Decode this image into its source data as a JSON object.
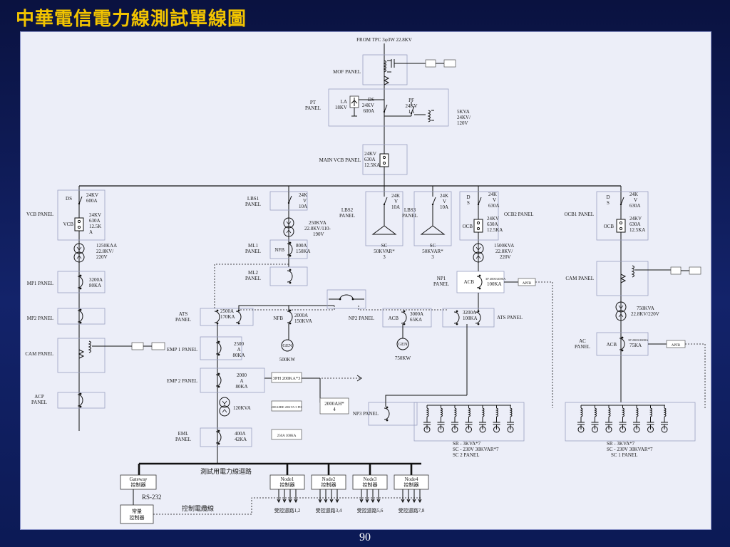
{
  "title": "中華電信電力線測試單線圖",
  "page_number": "90",
  "colors": {
    "title": "#f2c400",
    "background": "#13236a",
    "frame": "#eceef8"
  },
  "top": {
    "from_tpc": "FROM TPC 3φ3W  22.8KV",
    "mof_panel": "MOF PANEL",
    "pt_panel": [
      "PT",
      "PANEL"
    ],
    "la": [
      "LA",
      "18KV"
    ],
    "ds": [
      "DS",
      "24KV",
      "600A"
    ],
    "pf": [
      "PF",
      "24KV",
      "1A"
    ],
    "pt_rating": [
      "5KVA",
      "24KV/",
      "120V"
    ],
    "main_vcb_panel": "MAIN VCB PANEL",
    "main_vcb": [
      "24KV",
      "630A",
      "12.5KA"
    ]
  },
  "left": {
    "vcb_panel": "VCB PANEL",
    "ds_label": "DS",
    "ds_rating": [
      "24KV",
      "600A"
    ],
    "vcb_label": "VCB",
    "vcb_rating": [
      "24KV",
      "630A",
      "12.5K",
      "A"
    ],
    "tr_rating": [
      "1250KAA",
      "22.8KV/",
      "220V"
    ],
    "mp1_panel": "MP1 PANEL",
    "mp1_rating": [
      "3200A",
      "80KA"
    ],
    "mp2_panel": "MP2 PANEL",
    "cam_panel": "CAM PANEL",
    "acp_panel": [
      "ACP",
      "PANEL"
    ]
  },
  "center_left": {
    "lbs1_panel": [
      "LBS1",
      "PANEL"
    ],
    "lbs1_rating": [
      "24K",
      "V",
      "10A"
    ],
    "tr_rating": [
      "250KVA",
      "22.8KV/110-",
      "190V"
    ],
    "ml1_panel": [
      "ML1",
      "PANEL"
    ],
    "nfb_label": "NFB",
    "nfb_rating": [
      "800A",
      "150KA"
    ],
    "ml2_panel": [
      "ML2",
      "PANEL"
    ],
    "ats_panel": [
      "ATS",
      "PANEL"
    ],
    "ats_rating": [
      "2500A",
      "170KA"
    ],
    "nfb2_label": "NFB",
    "nfb2_rating": [
      "2000A",
      "150KVA"
    ],
    "gen1_label": "GEN",
    "gen1_rating": "500KW",
    "emp1_panel": "EMP 1 PANEL",
    "emp1_rating": [
      "2500",
      "A",
      "80KA"
    ],
    "emp2_panel": "EMP 2 PANEL",
    "emp2_rating": [
      "2000",
      "A",
      "80KA"
    ],
    "emp2_note": "3PH 200KA*3",
    "emp2_note2": "200A8BE  20KVA  3 PH",
    "emp2_note3": "250A 100KA",
    "ups": "120KVA",
    "battery": [
      "2000AH*",
      "4"
    ],
    "eml_panel": [
      "EML",
      "PANEL"
    ],
    "eml_rating": [
      "400A",
      "42KA"
    ]
  },
  "center": {
    "lbs2_panel": [
      "LBS2",
      "PANEL"
    ],
    "lbs2_rating": [
      "24K",
      "V",
      "10A"
    ],
    "lbs3_panel": [
      "LBS3",
      "PANEL"
    ],
    "lbs3_rating": [
      "24K",
      "V",
      "10A"
    ],
    "sc1": [
      "SC",
      "50KVAR*",
      "3"
    ],
    "sc2": [
      "SC",
      "50KVAR*",
      "3"
    ],
    "np2_panel": "NP2 PANEL",
    "acb_label": "ACB",
    "acb_rating": [
      "3000A",
      "65KA"
    ],
    "gen2_label": "GEN",
    "gen2_rating": "750KW",
    "np3_panel": "NP3 PANEL"
  },
  "right_center": {
    "ds_label": [
      "D",
      "S"
    ],
    "ds_rating": [
      "24K",
      "V",
      "630A"
    ],
    "ocb2_panel": "OCB2 PANEL",
    "ocb_label": "OCB",
    "ocb_rating": [
      "24KV",
      "630A",
      "12.5KA"
    ],
    "tr_rating": [
      "1500KVA",
      "22.8KV/",
      "220V"
    ],
    "np1_panel": [
      "NP1",
      "PANEL"
    ],
    "acb_label": "ACB",
    "acb_rating": [
      "3P 4000/4000A",
      "100KA"
    ],
    "apfr": "APFR",
    "ats_panel": "ATS PANEL",
    "ats_rating": [
      "3200A",
      "100KA"
    ],
    "sc2_panel": [
      "SR - 3KVA*7",
      "SC - 230V 30KVAR*7",
      "SC 2 PANEL"
    ]
  },
  "right": {
    "ocb1_panel": "OCB1 PANEL",
    "ds_label": [
      "D",
      "S"
    ],
    "ds_rating": [
      "24K",
      "V",
      "630A"
    ],
    "ocb_label": "OCB",
    "ocb_rating": [
      "24KV",
      "630A",
      "12.5KA"
    ],
    "cam_panel": "CAM PANEL",
    "tr_rating": [
      "750KVA",
      "22.8KV/220V"
    ],
    "ac_panel": [
      "AC",
      "PANEL"
    ],
    "acb_label": "ACB",
    "acb_rating": [
      "3P 2000/2000A",
      "75KA"
    ],
    "apfr": "APFR",
    "sc1_panel": [
      "SR - 3KVA*7",
      "SC - 230V 30KVAR*7",
      "SC 1 PANEL"
    ]
  },
  "control": {
    "loop_label": "測試用電力線迴路",
    "gateway": [
      "Gateway",
      "控制器"
    ],
    "rs232": "RS-232",
    "cable_label": "控制電纜線",
    "host": [
      "常量",
      "控制器"
    ],
    "nodes": [
      {
        "name": "Node1",
        "sub": "控制器",
        "loop": "受控迴路1,2"
      },
      {
        "name": "Node2",
        "sub": "控制器",
        "loop": "受控迴路3,4"
      },
      {
        "name": "Node3",
        "sub": "控制器",
        "loop": "受控迴路5,6"
      },
      {
        "name": "Node4",
        "sub": "控制器",
        "loop": "受控迴路7,8"
      }
    ]
  }
}
